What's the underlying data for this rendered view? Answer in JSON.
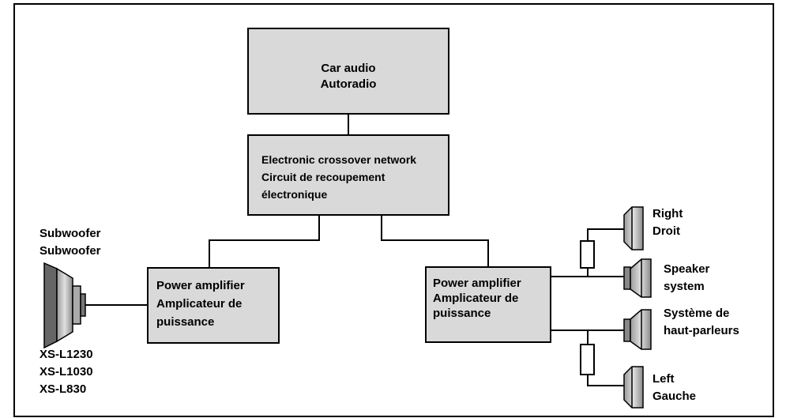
{
  "boxes": {
    "car_audio": {
      "line1": "Car audio",
      "line2": "Autoradio"
    },
    "crossover": {
      "line1": "Electronic crossover network",
      "line2": "Circuit de recoupement",
      "line3": "électronique"
    },
    "amp_left": {
      "line1": "Power amplifier",
      "line2": "Amplicateur de",
      "line3": "puissance"
    },
    "amp_right": {
      "line1": "Power amplifier",
      "line2": "Amplicateur de",
      "line3": "puissance"
    }
  },
  "labels": {
    "subwoofer": {
      "line1": "Subwoofer",
      "line2": "Subwoofer"
    },
    "models": [
      "XS-L1230",
      "XS-L1030",
      "XS-L830"
    ],
    "right": {
      "line1": "Right",
      "line2": "Droit"
    },
    "speaker_system": {
      "line1": "Speaker",
      "line2": "system"
    },
    "systeme": {
      "line1": "Système de",
      "line2": "haut-parleurs"
    },
    "left": {
      "line1": "Left",
      "line2": "Gauche"
    }
  },
  "icons": [
    "subwoofer-speaker-icon",
    "tweeter-icon",
    "midrange-speaker-icon",
    "capacitor-icon"
  ],
  "colors": {
    "box_fill": "#d9d9d9",
    "line": "#000000",
    "speaker_fill": "#bfbfbf"
  }
}
